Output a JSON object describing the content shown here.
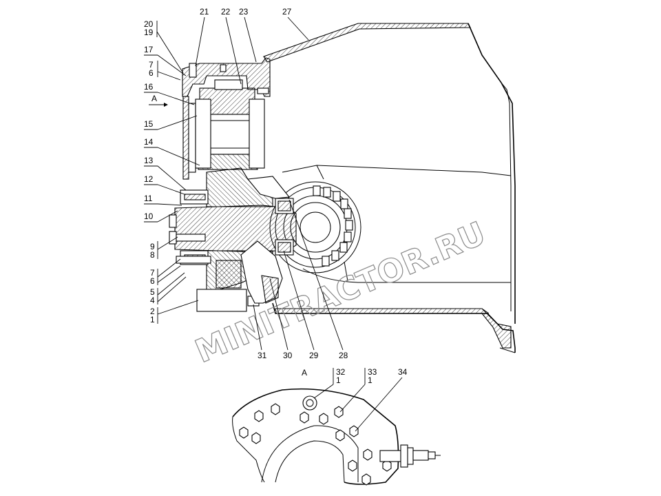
{
  "watermark": "MINITRACTOR.RU",
  "view_label": "A",
  "view_arrow_label": "A",
  "callouts": {
    "c1": "1",
    "c2": "2",
    "c4": "4",
    "c5": "5",
    "c6a": "6",
    "c7a": "7",
    "c8": "8",
    "c9": "9",
    "c10": "10",
    "c11": "11",
    "c12": "12",
    "c13": "13",
    "c14": "14",
    "c15": "15",
    "c16": "16",
    "c6b": "6",
    "c7b": "7",
    "c17": "17",
    "c19": "19",
    "c20": "20",
    "c21": "21",
    "c22": "22",
    "c23": "23",
    "c27": "27",
    "c28": "28",
    "c29": "29",
    "c30": "30",
    "c31": "31",
    "c32": "32",
    "c32sub": "1",
    "c33": "33",
    "c33sub": "1",
    "c34": "34"
  }
}
